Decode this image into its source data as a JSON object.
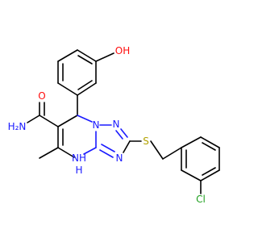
{
  "structure": {
    "atoms": {
      "oh": "OH",
      "amide_n": "H₂N",
      "amide_o": "O",
      "nh": "NH",
      "nh_h": "H",
      "n_bridge": "N",
      "n_top": "N",
      "n_right": "N",
      "s": "S",
      "cl": "Cl"
    },
    "colors": {
      "carbon_bond": "#000000",
      "nitrogen": "#1a1aff",
      "oxygen": "#ff0d0d",
      "sulfur": "#b2a200",
      "chlorine": "#1fa01f"
    }
  }
}
